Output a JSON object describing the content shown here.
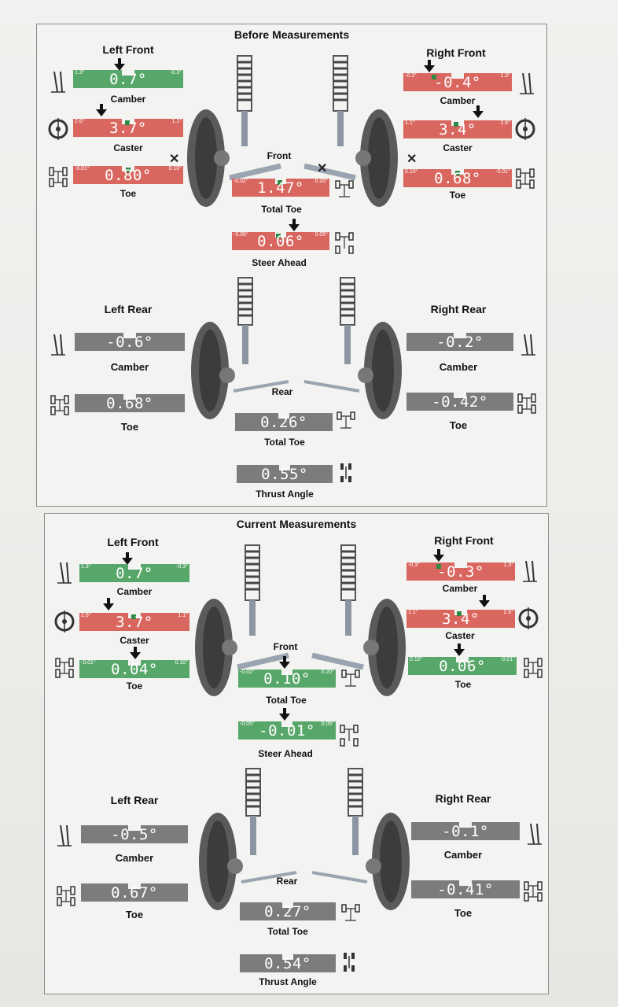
{
  "sections": [
    {
      "title": "Before Measurements",
      "front": {
        "label": "Front",
        "left_front": {
          "header": "Left Front",
          "camber": {
            "label": "Camber",
            "value": "0.7°",
            "min": "1.3°",
            "max": "-0.3°",
            "status": "green",
            "icon": "camber-icon"
          },
          "caster": {
            "label": "Caster",
            "value": "3.7°",
            "min": "2.6°",
            "max": "1.1°",
            "status": "red",
            "icon": "caster-wheel-icon"
          },
          "toe": {
            "label": "Toe",
            "value": "0.80°",
            "min": "-0.01°",
            "max": "0.10°",
            "status": "red",
            "icon": "toe-icon"
          }
        },
        "right_front": {
          "header": "Right Front",
          "camber": {
            "label": "Camber",
            "value": "-0.4°",
            "min": "-0.3°",
            "max": "1.3°",
            "status": "red",
            "icon": "camber-icon"
          },
          "caster": {
            "label": "Caster",
            "value": "3.4°",
            "min": "1.1°",
            "max": "2.6°",
            "status": "red",
            "icon": "caster-wheel-icon"
          },
          "toe": {
            "label": "Toe",
            "value": "0.68°",
            "min": "0.10°",
            "max": "-0.01°",
            "status": "red",
            "icon": "toe-icon"
          }
        },
        "total_toe": {
          "label": "Total Toe",
          "value": "1.47°",
          "min": "-0.02°",
          "max": "0.20°",
          "status": "red",
          "icon": "total-toe-icon"
        },
        "steer_ahead": {
          "label": "Steer Ahead",
          "value": "0.06°",
          "min": "-0.05°",
          "max": "0.05°",
          "status": "red",
          "icon": "steer-ahead-icon"
        }
      },
      "rear": {
        "label": "Rear",
        "left_rear": {
          "header": "Left Rear",
          "camber": {
            "label": "Camber",
            "value": "-0.6°",
            "status": "gray",
            "icon": "camber-icon"
          },
          "toe": {
            "label": "Toe",
            "value": "0.68°",
            "status": "gray",
            "icon": "toe-icon"
          }
        },
        "right_rear": {
          "header": "Right Rear",
          "camber": {
            "label": "Camber",
            "value": "-0.2°",
            "status": "gray",
            "icon": "camber-icon"
          },
          "toe": {
            "label": "Toe",
            "value": "-0.42°",
            "status": "gray",
            "icon": "toe-icon"
          }
        },
        "total_toe": {
          "label": "Total Toe",
          "value": "0.26°",
          "status": "gray",
          "icon": "total-toe-icon"
        },
        "thrust_angle": {
          "label": "Thrust Angle",
          "value": "0.55°",
          "status": "gray",
          "icon": "thrust-angle-icon"
        }
      }
    },
    {
      "title": "Current Measurements",
      "front": {
        "label": "Front",
        "left_front": {
          "header": "Left Front",
          "camber": {
            "label": "Camber",
            "value": "0.7°",
            "min": "1.3°",
            "max": "-0.3°",
            "status": "green",
            "icon": "camber-icon"
          },
          "caster": {
            "label": "Caster",
            "value": "3.7°",
            "min": "2.6°",
            "max": "1.1°",
            "status": "red",
            "icon": "caster-wheel-icon"
          },
          "toe": {
            "label": "Toe",
            "value": "0.04°",
            "min": "-0.01°",
            "max": "0.10°",
            "status": "green",
            "icon": "toe-icon"
          }
        },
        "right_front": {
          "header": "Right Front",
          "camber": {
            "label": "Camber",
            "value": "-0.3°",
            "min": "-0.3°",
            "max": "1.3°",
            "status": "red",
            "icon": "camber-icon"
          },
          "caster": {
            "label": "Caster",
            "value": "3.4°",
            "min": "1.1°",
            "max": "2.6°",
            "status": "red",
            "icon": "caster-wheel-icon"
          },
          "toe": {
            "label": "Toe",
            "value": "0.06°",
            "min": "0.10°",
            "max": "-0.01°",
            "status": "green",
            "icon": "toe-icon"
          }
        },
        "total_toe": {
          "label": "Total Toe",
          "value": "0.10°",
          "min": "-0.02°",
          "max": "0.20°",
          "status": "green",
          "icon": "total-toe-icon"
        },
        "steer_ahead": {
          "label": "Steer Ahead",
          "value": "-0.01°",
          "min": "-0.05°",
          "max": "0.05°",
          "status": "green",
          "icon": "steer-ahead-icon"
        }
      },
      "rear": {
        "label": "Rear",
        "left_rear": {
          "header": "Left Rear",
          "camber": {
            "label": "Camber",
            "value": "-0.5°",
            "status": "gray",
            "icon": "camber-icon"
          },
          "toe": {
            "label": "Toe",
            "value": "0.67°",
            "status": "gray",
            "icon": "toe-icon"
          }
        },
        "right_rear": {
          "header": "Right Rear",
          "camber": {
            "label": "Camber",
            "value": "-0.1°",
            "status": "gray",
            "icon": "camber-icon"
          },
          "toe": {
            "label": "Toe",
            "value": "-0.41°",
            "status": "gray",
            "icon": "toe-icon"
          }
        },
        "total_toe": {
          "label": "Total Toe",
          "value": "0.27°",
          "status": "gray",
          "icon": "total-toe-icon"
        },
        "thrust_angle": {
          "label": "Thrust Angle",
          "value": "0.54°",
          "status": "gray",
          "icon": "thrust-angle-icon"
        }
      }
    }
  ],
  "colors": {
    "in_spec": "#58a76a",
    "out_of_spec": "#d9675f",
    "no_spec": "#7c7c7c",
    "marker": "#2f8a45"
  }
}
